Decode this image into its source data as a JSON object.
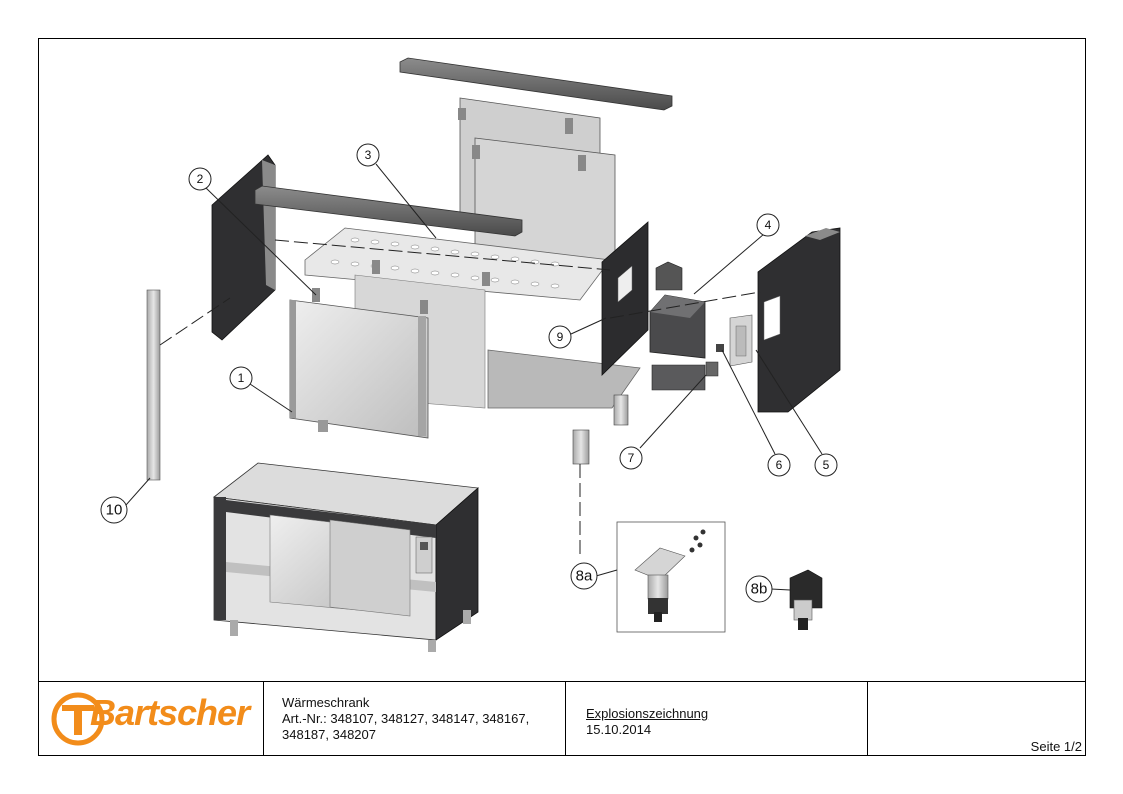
{
  "callouts": [
    {
      "label": "1"
    },
    {
      "label": "2"
    },
    {
      "label": "3"
    },
    {
      "label": "4"
    },
    {
      "label": "5"
    },
    {
      "label": "6"
    },
    {
      "label": "7"
    },
    {
      "label": "8a"
    },
    {
      "label": "8b"
    },
    {
      "label": "9"
    },
    {
      "label": "10"
    }
  ],
  "titleblock": {
    "logo_text": "Bartscher",
    "product_name": "Wärmeschrank",
    "article_numbers": "Art.-Nr.: 348107, 348127, 348147, 348167, 348187, 348207",
    "drawing_type": "Explosionszeichnung",
    "date": "15.10.2014",
    "page": "Seite 1/2"
  },
  "colors": {
    "brand_orange": "#f28c1a",
    "panel_dark": "#3a3a3c",
    "steel_light": "#d9d9d9",
    "steel_mid": "#b7b7b7"
  }
}
